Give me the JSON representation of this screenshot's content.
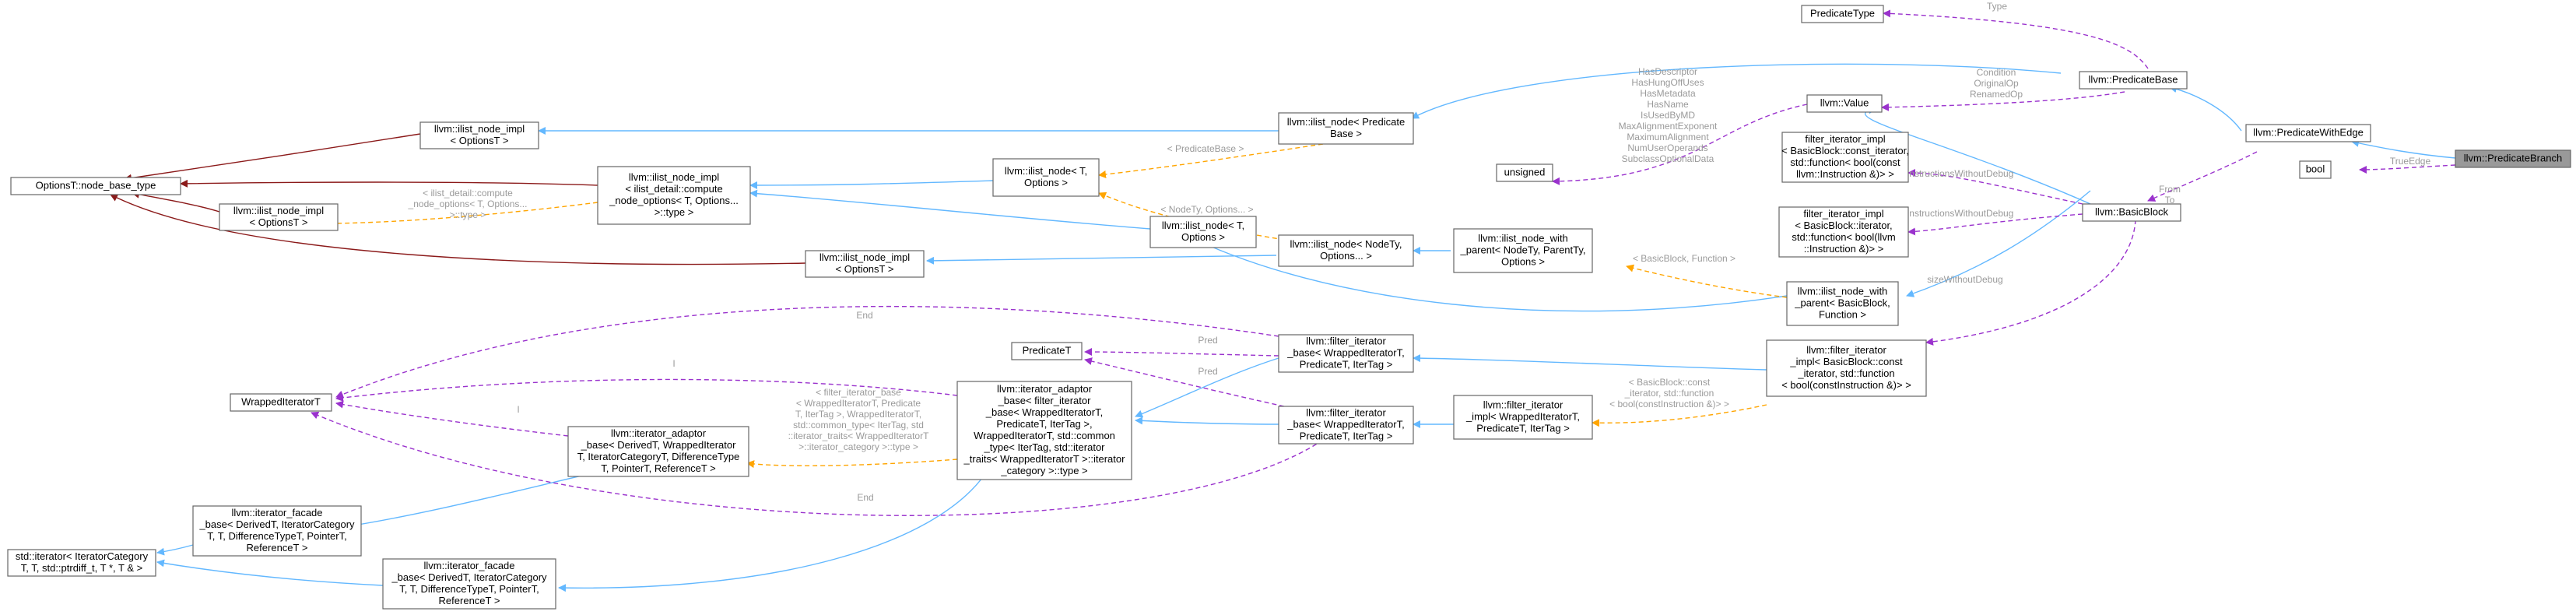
{
  "colors": {
    "inherit": "#63b8ff",
    "private_inherit": "#8b1a1a",
    "usage": "#9a32cd",
    "template": "#ffa500",
    "highlight": "#999999"
  },
  "nodes": {
    "options_node_base": [
      "OptionsT::node_base_type"
    ],
    "ilist_node_impl_a": [
      "llvm::ilist_node_impl",
      "< OptionsT >"
    ],
    "ilist_node_impl_b": [
      "llvm::ilist_node_impl",
      "< OptionsT >"
    ],
    "ilist_node_impl_c": [
      "llvm::ilist_node_impl",
      "< OptionsT >"
    ],
    "ilist_node_impl_compute": [
      "llvm::ilist_node_impl",
      "< ilist_detail::compute",
      "_node_options< T, Options...",
      ">::type >"
    ],
    "ilist_node_t_opts_a": [
      "llvm::ilist_node< T,",
      "Options >"
    ],
    "ilist_node_t_opts_b": [
      "llvm::ilist_node< T,",
      "Options >"
    ],
    "ilist_node_predicatebase": [
      "llvm::ilist_node< Predicate",
      "Base >"
    ],
    "ilist_node_nodety": [
      "llvm::ilist_node< NodeTy,",
      "Options... >"
    ],
    "ilist_node_with_parent_nodety": [
      "llvm::ilist_node_with",
      "_parent< NodeTy, ParentTy,",
      "Options >"
    ],
    "ilist_node_with_parent_bb": [
      "llvm::ilist_node_with",
      "_parent< BasicBlock,",
      "Function >"
    ],
    "predicate_type": [
      "PredicateType"
    ],
    "value": [
      "llvm::Value"
    ],
    "unsigned": [
      "unsigned"
    ],
    "filter_impl_const": [
      "filter_iterator_impl",
      "< BasicBlock::const_iterator,",
      "std::function< bool(const",
      "llvm::Instruction &)> >"
    ],
    "filter_impl_nonconst": [
      "filter_iterator_impl",
      "< BasicBlock::iterator,",
      "std::function< bool(llvm",
      "::Instruction &)> >"
    ],
    "predicate_base": [
      "llvm::PredicateBase"
    ],
    "predicate_with_edge": [
      "llvm::PredicateWithEdge"
    ],
    "bool": [
      "bool"
    ],
    "predicate_branch": [
      "llvm::PredicateBranch"
    ],
    "basic_block": [
      "llvm::BasicBlock"
    ],
    "wrapped_iterator": [
      "WrappedIteratorT"
    ],
    "predicate_t": [
      "PredicateT"
    ],
    "iterator_adaptor_base_filter": [
      "llvm::iterator_adaptor",
      "_base< filter_iterator",
      "_base< WrappedIteratorT,",
      "PredicateT, IterTag >,",
      "WrappedIteratorT, std::common",
      "_type< IterTag, std::iterator",
      "_traits< WrappedIteratorT >::iterator",
      "_category >::type >"
    ],
    "iterator_adaptor_base_generic": [
      "llvm::iterator_adaptor",
      "_base< DerivedT, WrappedIterator",
      "T, IteratorCategoryT, DifferenceType",
      "T, PointerT, ReferenceT >"
    ],
    "iterator_facade_a": [
      "llvm::iterator_facade",
      "_base< DerivedT, IteratorCategory",
      "T, T, DifferenceTypeT, PointerT,",
      "ReferenceT >"
    ],
    "iterator_facade_b": [
      "llvm::iterator_facade",
      "_base< DerivedT, IteratorCategory",
      "T, T, DifferenceTypeT, PointerT,",
      "ReferenceT >"
    ],
    "std_iterator": [
      "std::iterator< IteratorCategory",
      "T, T, std::ptrdiff_t, T *, T & >"
    ],
    "filter_iterator_base_a": [
      "llvm::filter_iterator",
      "_base< WrappedIteratorT,",
      "PredicateT, IterTag >"
    ],
    "filter_iterator_base_b": [
      "llvm::filter_iterator",
      "_base< WrappedIteratorT,",
      "PredicateT, IterTag >"
    ],
    "filter_iterator_impl_generic": [
      "llvm::filter_iterator",
      "_impl< WrappedIteratorT,",
      "PredicateT, IterTag >"
    ],
    "filter_iterator_impl_bb": [
      "llvm::filter_iterator",
      "_impl< BasicBlock::const",
      "_iterator, std::function",
      "< bool(constInstruction &)> >"
    ]
  },
  "edge_labels": {
    "type": [
      "Type"
    ],
    "value_members": [
      "HasDescriptor",
      "HasHungOffUses",
      "HasMetadata",
      "HasName",
      "IsUsedByMD",
      "MaxAlignmentExponent",
      "MaximumAlignment",
      "NumUserOperands",
      "SubclassOptionalData"
    ],
    "condition": [
      "Condition",
      "OriginalOp",
      "RenamedOp"
    ],
    "from_to": [
      "From",
      "To"
    ],
    "true_edge": [
      "TrueEdge"
    ],
    "instructions_wo_debug_a": [
      "instructionsWithoutDebug"
    ],
    "instructions_wo_debug_b": [
      "instructionsWithoutDebug"
    ],
    "size_wo_debug": [
      "sizeWithoutDebug"
    ],
    "predicate_base_templ": [
      "< PredicateBase >"
    ],
    "nodety_templ": [
      "< NodeTy, Options... >"
    ],
    "compute_templ": [
      "< ilist_detail::compute",
      "_node_options< T, Options...",
      ">::type >"
    ],
    "bb_function_templ": [
      "< BasicBlock, Function >"
    ],
    "bb_const_iter_templ": [
      "< BasicBlock::const",
      "_iterator, std::function",
      "< bool(constInstruction &)> >"
    ],
    "filter_base_templ": [
      "< filter_iterator_base",
      "< WrappedIteratorT, Predicate",
      "T, IterTag >, WrappedIteratorT,",
      "std::common_type< IterTag, std",
      "::iterator_traits< WrappedIteratorT",
      ">::iterator_category >::type >"
    ],
    "end_top": [
      "End"
    ],
    "end_bottom": [
      "End"
    ],
    "pred_a": [
      "Pred"
    ],
    "pred_b": [
      "Pred"
    ],
    "i_a": [
      "I"
    ],
    "i_b": [
      "I"
    ]
  }
}
